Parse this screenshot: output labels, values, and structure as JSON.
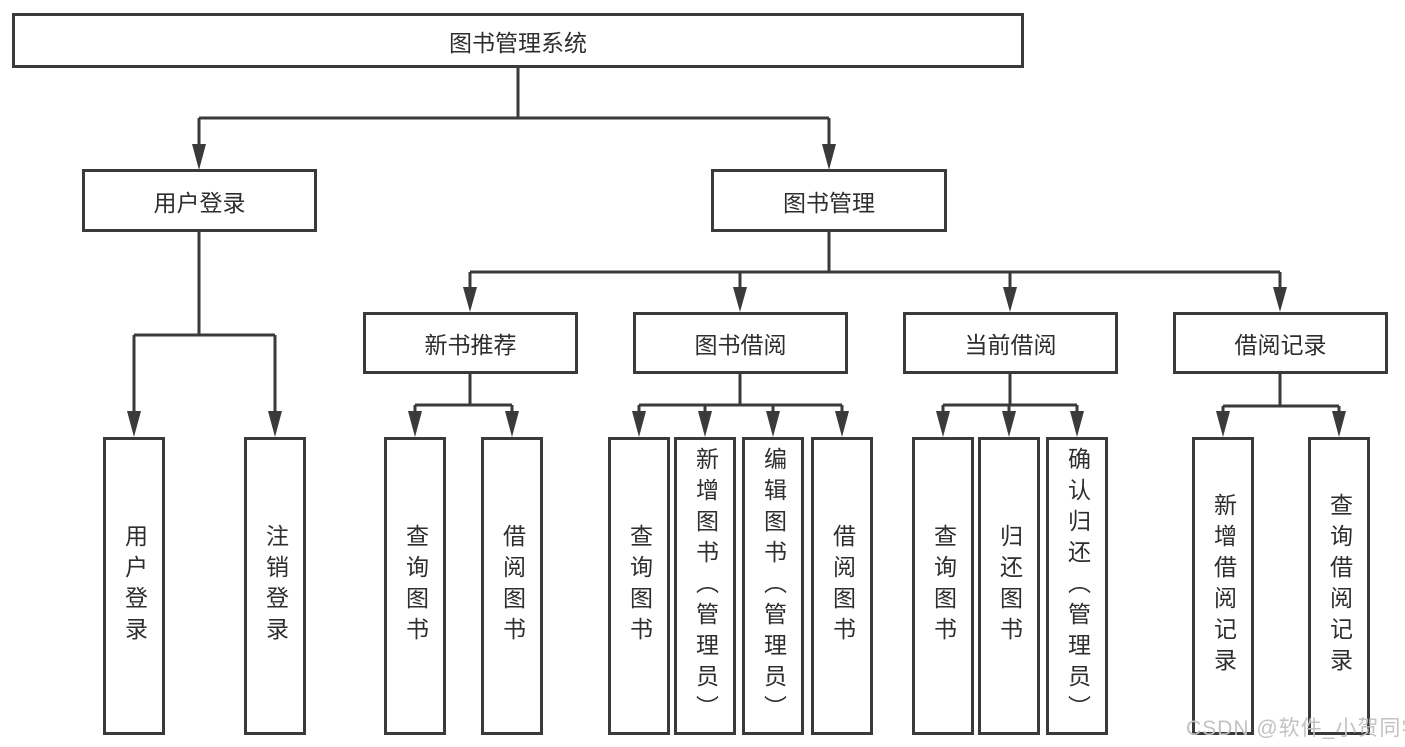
{
  "diagram": {
    "type": "hierarchy-tree",
    "root": {
      "label": "图书管理系统"
    },
    "children": [
      {
        "label": "用户登录",
        "children": [
          {
            "label": "用户登录"
          },
          {
            "label": "注销登录"
          }
        ]
      },
      {
        "label": "图书管理",
        "children": [
          {
            "label": "新书推荐",
            "children": [
              {
                "label": "查询图书"
              },
              {
                "label": "借阅图书"
              }
            ]
          },
          {
            "label": "图书借阅",
            "children": [
              {
                "label": "查询图书"
              },
              {
                "label": "新增图书（管理员）"
              },
              {
                "label": "编辑图书（管理员）"
              },
              {
                "label": "借阅图书"
              }
            ]
          },
          {
            "label": "当前借阅",
            "children": [
              {
                "label": "查询图书"
              },
              {
                "label": "归还图书"
              },
              {
                "label": "确认归还（管理员）"
              }
            ]
          },
          {
            "label": "借阅记录",
            "children": [
              {
                "label": "新增借阅记录"
              },
              {
                "label": "查询借阅记录"
              }
            ]
          }
        ]
      }
    ]
  },
  "watermark": {
    "text": "CSDN @软件_小贺同学"
  },
  "colors": {
    "line": "#3a3a3a",
    "box_fill": "#ffffff",
    "text": "#2e2e2e",
    "watermark": "#c2c2c2",
    "background": "#ffffff"
  }
}
